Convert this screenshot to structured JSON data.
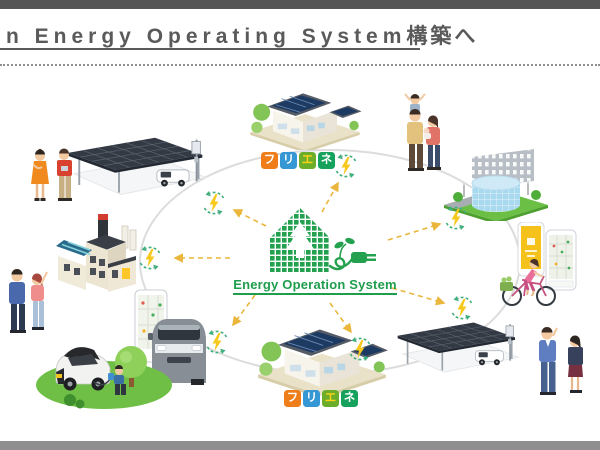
{
  "header": {
    "title_en": "n Energy Operating System",
    "title_ja": "構築へ"
  },
  "center_logo": {
    "label": "Energy Operation System",
    "brand_green": "#23a14f"
  },
  "furiene_logo": {
    "blocks": [
      {
        "char": "フ",
        "bg": "#ee7d1a",
        "fg": "#ffffff"
      },
      {
        "char": "リ",
        "bg": "#3597d3",
        "fg": "#ffffff"
      },
      {
        "char": "エ",
        "bg": "#6cae2a",
        "fg": "#ffd215"
      },
      {
        "char": "ネ",
        "bg": "#16a15c",
        "fg": "#ffffff"
      }
    ]
  },
  "icons": {
    "energy_cycle": "energy-recycle-bolt-icon",
    "bolt_color": "#f7c81e",
    "cycle_arrow_color": "#3fae7c"
  },
  "colors": {
    "top_bar": "#545454",
    "bottom_bar": "#8f8f8f",
    "title_text": "#5a5a5a",
    "orbit_ring": "#dcdcdc",
    "flow_arrow": "#eab63c",
    "solar_panel": "#1d3a63",
    "grass_green": "#6fbf46"
  }
}
